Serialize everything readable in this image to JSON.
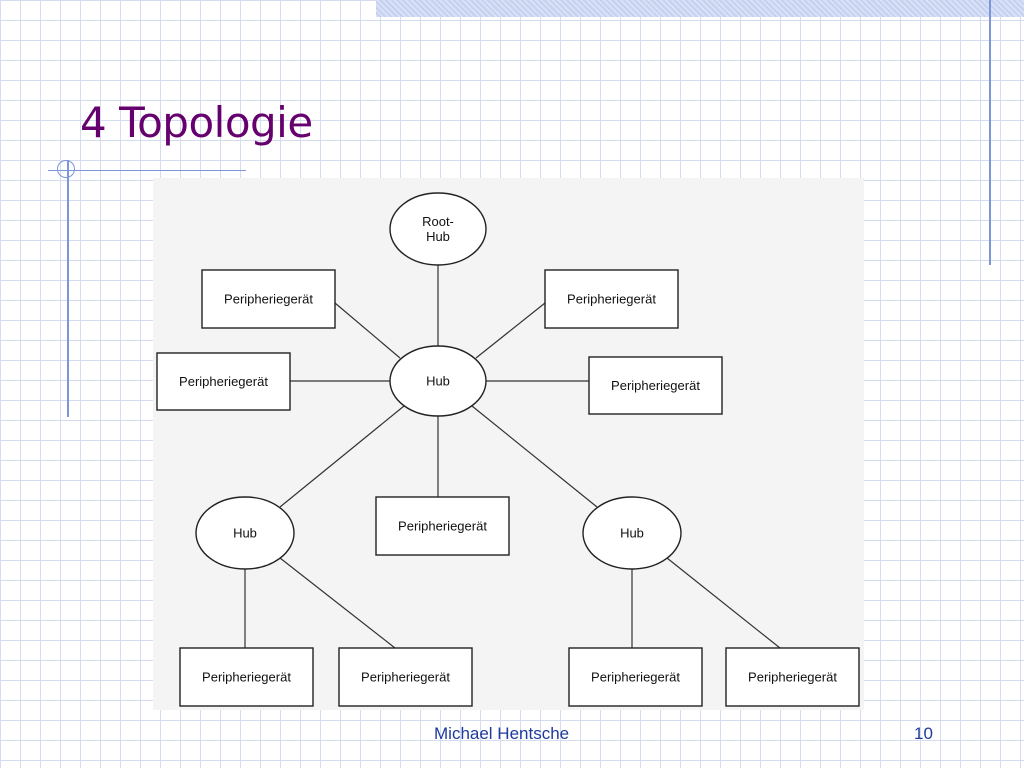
{
  "slide": {
    "title": "4 Topologie",
    "author": "Michael Hentsche",
    "page_number": "10"
  },
  "diagram": {
    "nodes": {
      "root_hub": "Root-\nHub",
      "hub_center": "Hub",
      "hub_left": "Hub",
      "hub_right": "Hub",
      "device_top_left": "Peripheriegerät",
      "device_top_right": "Peripheriegerät",
      "device_mid_left": "Peripheriegerät",
      "device_mid_right": "Peripheriegerät",
      "device_center_bottom": "Peripheriegerät",
      "device_bottom_1": "Peripheriegerät",
      "device_bottom_2": "Peripheriegerät",
      "device_bottom_3": "Peripheriegerät",
      "device_bottom_4": "Peripheriegerät"
    },
    "edges": [
      [
        "root_hub",
        "hub_center"
      ],
      [
        "hub_center",
        "device_top_left"
      ],
      [
        "hub_center",
        "device_top_right"
      ],
      [
        "hub_center",
        "device_mid_left"
      ],
      [
        "hub_center",
        "device_mid_right"
      ],
      [
        "hub_center",
        "device_center_bottom"
      ],
      [
        "hub_center",
        "hub_left"
      ],
      [
        "hub_center",
        "hub_right"
      ],
      [
        "hub_left",
        "device_bottom_1"
      ],
      [
        "hub_left",
        "device_bottom_2"
      ],
      [
        "hub_right",
        "device_bottom_3"
      ],
      [
        "hub_right",
        "device_bottom_4"
      ]
    ]
  },
  "colors": {
    "title": "#66006e",
    "footer": "#1f3a9e",
    "accent_lines": "#7d95d9"
  }
}
